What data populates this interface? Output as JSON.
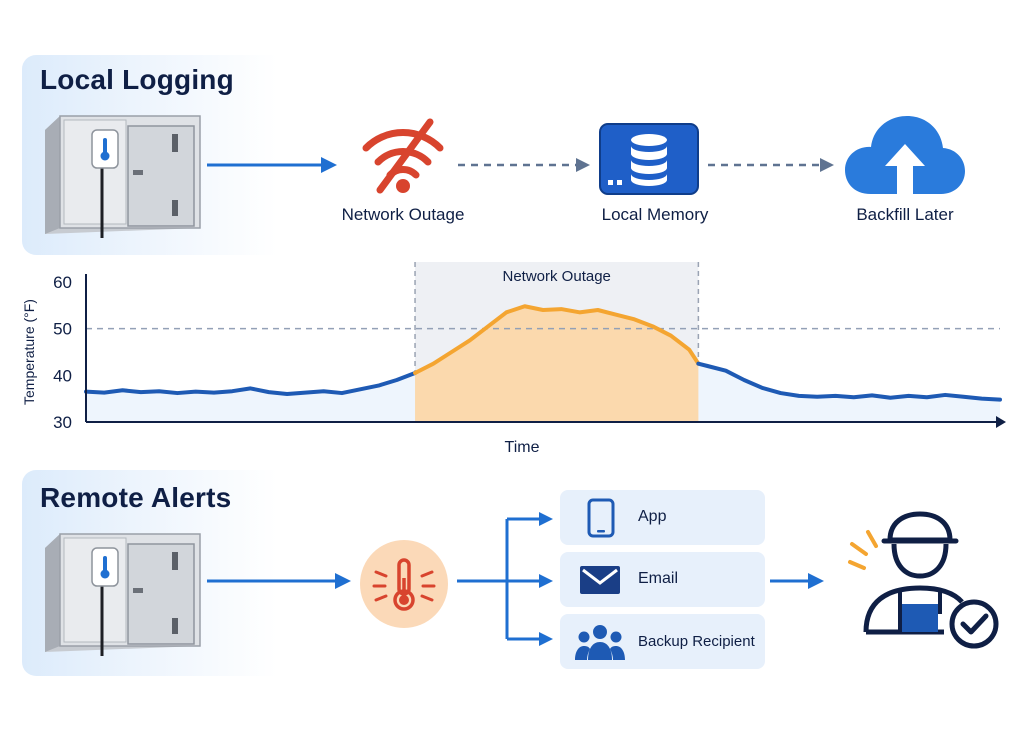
{
  "local_logging": {
    "title": "Local Logging",
    "nodes": [
      {
        "label": "Network Outage",
        "icon": "wifi-off-icon"
      },
      {
        "label": "Local Memory",
        "icon": "database-icon"
      },
      {
        "label": "Backfill Later",
        "icon": "cloud-upload-icon"
      }
    ]
  },
  "remote_alerts": {
    "title": "Remote Alerts",
    "trigger_icon": "thermometer-alert-icon",
    "channels": [
      {
        "label": "App",
        "icon": "phone-icon"
      },
      {
        "label": "Email",
        "icon": "envelope-icon"
      },
      {
        "label": "Backup Recipient",
        "icon": "group-icon"
      }
    ],
    "responder_icon": "technician-check-icon"
  },
  "colors": {
    "navy": "#0f1f45",
    "blue": "#1f6fd1",
    "line_blue": "#1e5ab4",
    "outage_orange": "#f4a531",
    "outage_fill": "#fbd9ad",
    "alert_red": "#d8442e",
    "panel_bg": "#dcebfb"
  },
  "chart_data": {
    "type": "line",
    "title": "",
    "xlabel": "Time",
    "ylabel": "Temperature (°F)",
    "ylim": [
      30,
      60
    ],
    "yticks": [
      30,
      40,
      50,
      60
    ],
    "threshold": 50,
    "outage_band": {
      "label": "Network Outage",
      "x_start": 0.36,
      "x_end": 0.67
    },
    "grid": false,
    "series": [
      {
        "x": [
          0.0,
          0.02,
          0.04,
          0.06,
          0.08,
          0.1,
          0.12,
          0.14,
          0.16,
          0.18,
          0.2,
          0.22,
          0.24,
          0.26,
          0.28,
          0.3,
          0.32,
          0.34,
          0.36,
          0.38,
          0.4,
          0.42,
          0.44,
          0.46,
          0.48,
          0.5,
          0.52,
          0.54,
          0.56,
          0.58,
          0.6,
          0.62,
          0.64,
          0.66,
          0.67,
          0.68,
          0.7,
          0.72,
          0.74,
          0.76,
          0.78,
          0.8,
          0.82,
          0.84,
          0.86,
          0.88,
          0.9,
          0.92,
          0.94,
          0.96,
          0.98,
          1.0
        ],
        "values": [
          36.5,
          36.3,
          36.8,
          36.4,
          36.6,
          36.2,
          36.5,
          36.3,
          36.6,
          37.2,
          36.4,
          36.0,
          36.3,
          36.6,
          36.2,
          37.0,
          37.8,
          39.0,
          40.5,
          42.5,
          45.0,
          47.5,
          50.5,
          53.5,
          54.8,
          54.0,
          54.2,
          53.5,
          54.0,
          53.0,
          52.0,
          50.5,
          48.5,
          45.5,
          42.5,
          42.0,
          41.0,
          39.0,
          37.3,
          36.2,
          35.6,
          35.4,
          35.6,
          35.3,
          35.7,
          35.2,
          35.6,
          35.3,
          35.8,
          35.4,
          35.0,
          34.8
        ]
      }
    ]
  }
}
